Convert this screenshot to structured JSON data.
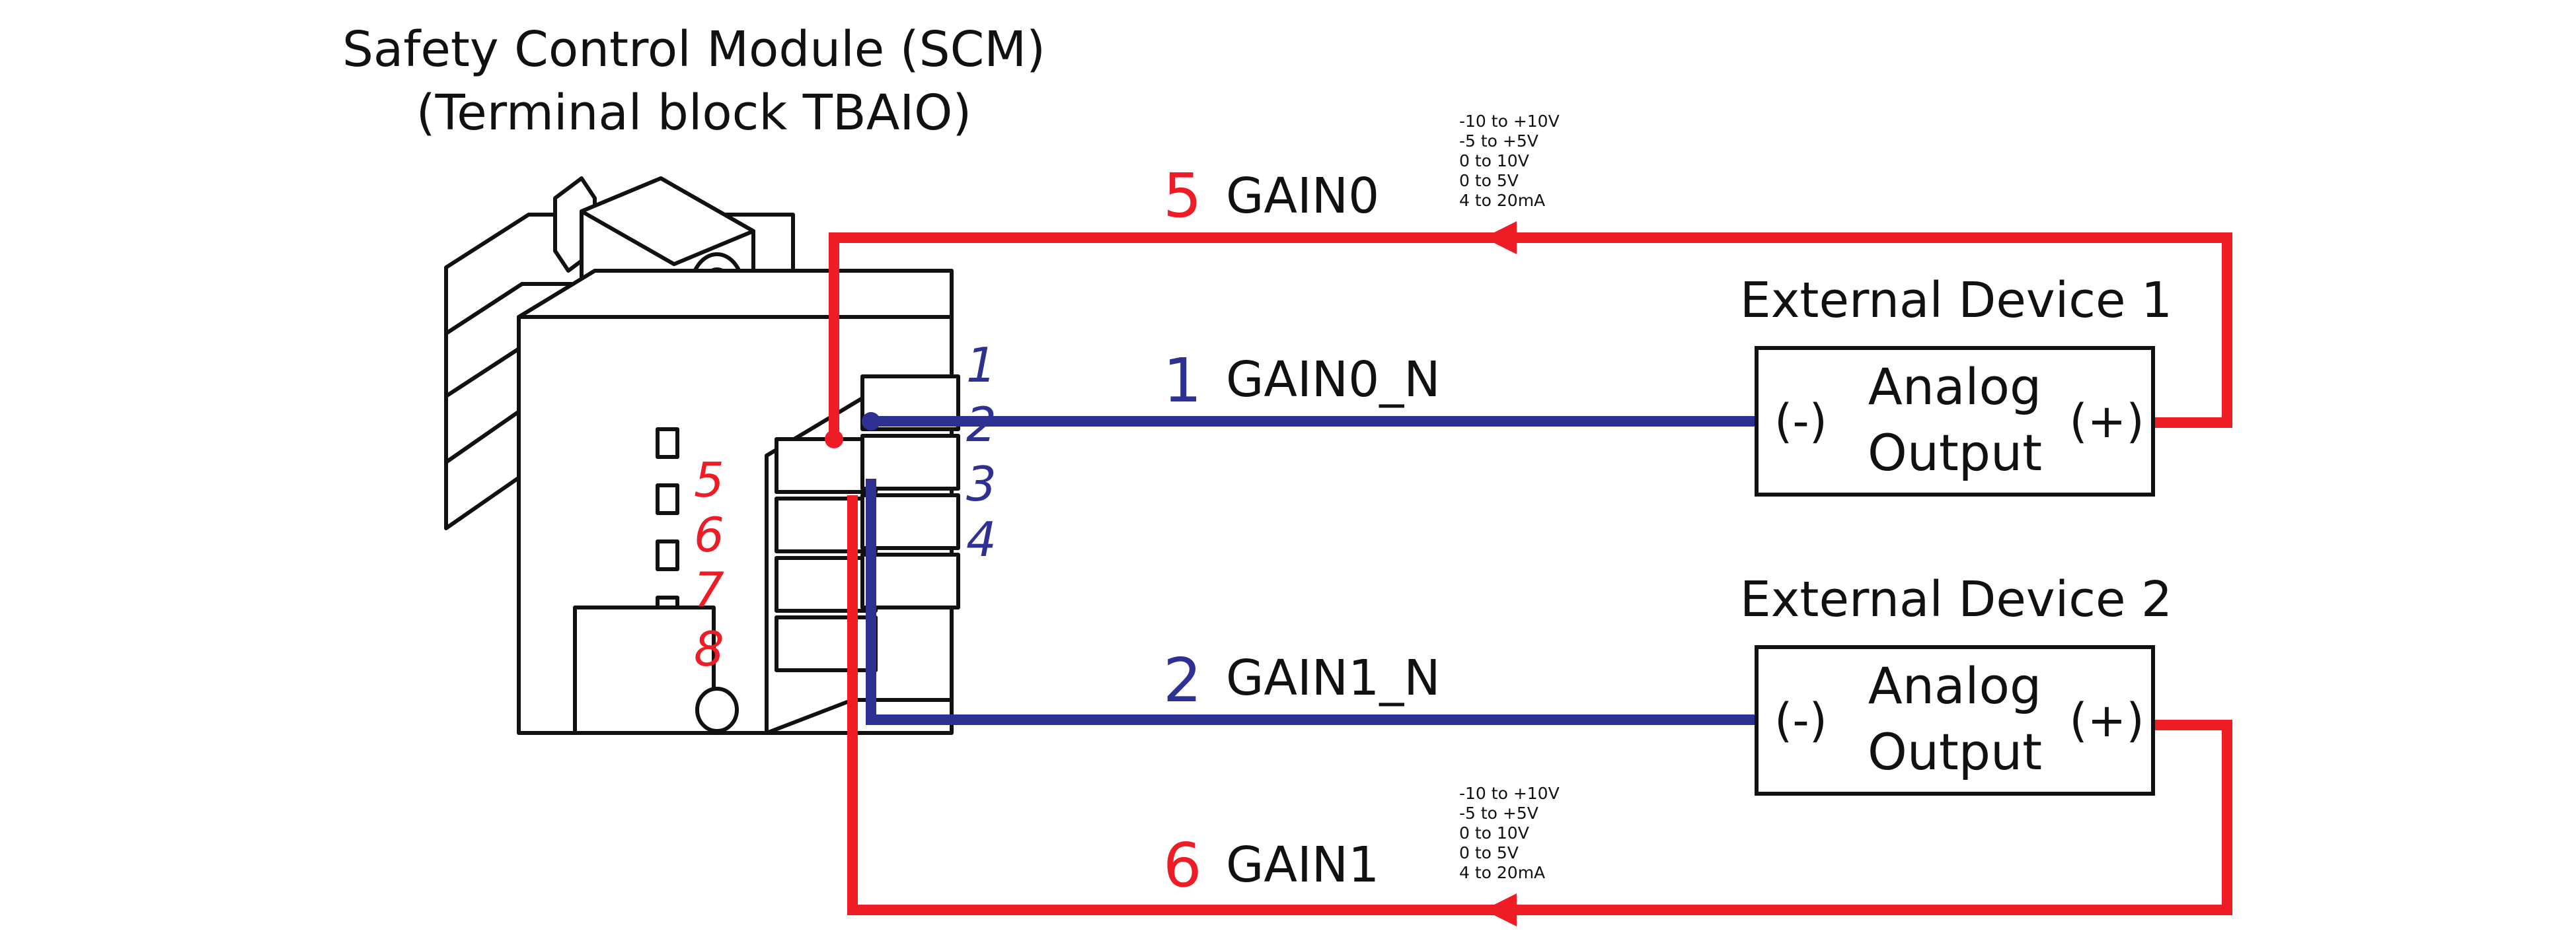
{
  "module": {
    "title": "Safety Control Module (SCM)",
    "subtitle": "(Terminal block TBAIO)"
  },
  "pin_labels": {
    "blue": [
      "1",
      "2",
      "3",
      "4"
    ],
    "red": [
      "5",
      "6",
      "7",
      "8"
    ]
  },
  "wires": [
    {
      "number": "5",
      "name": "GAIN0",
      "color": "#ee1c25"
    },
    {
      "number": "1",
      "name": "GAIN0_N",
      "color": "#2e3192"
    },
    {
      "number": "2",
      "name": "GAIN1_N",
      "color": "#2e3192"
    },
    {
      "number": "6",
      "name": "GAIN1",
      "color": "#ee1c25"
    }
  ],
  "ranges": {
    "top": [
      "-10 to +10V",
      "-5 to +5V",
      "0 to 10V",
      "0 to 5V",
      "4 to 20mA"
    ],
    "bottom": [
      "-10 to +10V",
      "-5 to +5V",
      "0 to 10V",
      "0 to 5V",
      "4 to 20mA"
    ]
  },
  "devices": [
    {
      "title": "External Device 1",
      "line1": "Analog",
      "line2": "Output",
      "minus": "(-)",
      "plus": "(+)"
    },
    {
      "title": "External Device 2",
      "line1": "Analog",
      "line2": "Output",
      "minus": "(-)",
      "plus": "(+)"
    }
  ],
  "colors": {
    "red_wire": "#ee1c25",
    "blue_wire": "#2e3192",
    "outline": "#111111"
  }
}
